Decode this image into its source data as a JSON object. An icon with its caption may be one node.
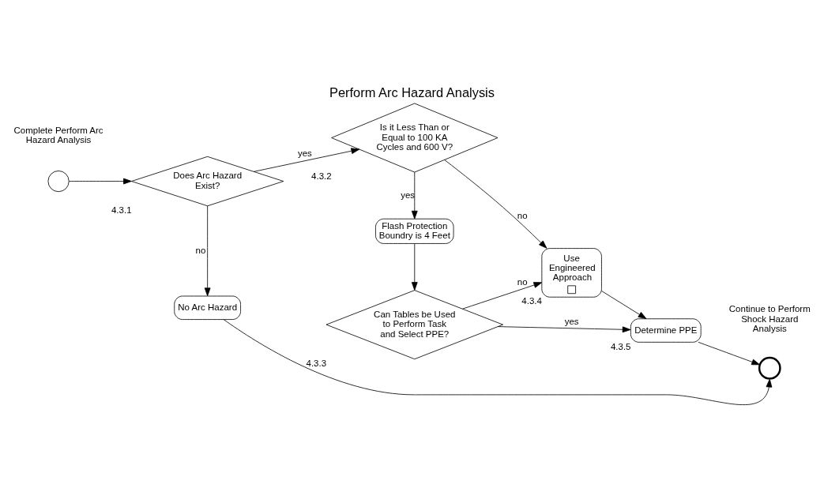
{
  "diagram": {
    "title": "Perform Arc Hazard Analysis",
    "nodes": [
      {
        "text": [],
        "shape": "circle",
        "beside": [
          "Complete Perform Arc Hazard Analysis"
        ]
      },
      {
        "text": [
          "Does Arc Hazard Exist?"
        ],
        "beside": [
          "4.3.1"
        ]
      },
      {
        "text": [
          "Is it Less Than or Equal to 100 KA Cycles and 600 V?"
        ],
        "beside": [
          "4.3.2"
        ]
      },
      {
        "text": [
          "No Arc Hazard"
        ]
      },
      {
        "text": [
          "Flash Protection Boundry is 4 Feet"
        ]
      },
      {
        "text": [
          "Can Tables be Used to Perform Task and Select PPE?"
        ],
        "beside": [
          "4.3.3"
        ]
      },
      {
        "text": [
          "Use Engineered Approach"
        ],
        "beside": [
          "4.3.4"
        ]
      },
      {
        "text": [
          "Determine PPE"
        ],
        "beside": [
          "4.3.5"
        ]
      },
      {
        "text": [],
        "shape": "circle",
        "beside": [
          "Continue to Perform Shock Hazard Analysis"
        ]
      }
    ],
    "edges": [
      {
        "from": 0,
        "to": 1,
        "arrow": "to"
      },
      {
        "from": 1,
        "to": 2,
        "arrow": "to",
        "label": "yes"
      },
      {
        "from": 1,
        "to": 3,
        "arrow": "to",
        "label": "no"
      },
      {
        "from": 2,
        "to": 6,
        "arrow": "to",
        "label": "no"
      },
      {
        "from": 2,
        "to": 4,
        "arrow": "to",
        "label": "yes"
      },
      {
        "from": 4,
        "to": 5,
        "arrow": "to"
      },
      {
        "from": 5,
        "to": 6,
        "arrow": "to",
        "label": "no"
      },
      {
        "from": 5,
        "to": 7,
        "arrow": "to",
        "label": "yes"
      },
      {
        "from": 3,
        "to": 8,
        "arrow": "to"
      },
      {
        "from": 6,
        "to": 7,
        "arrow": "to"
      },
      {
        "from": 7,
        "to": 8,
        "arrow": "to"
      }
    ]
  }
}
